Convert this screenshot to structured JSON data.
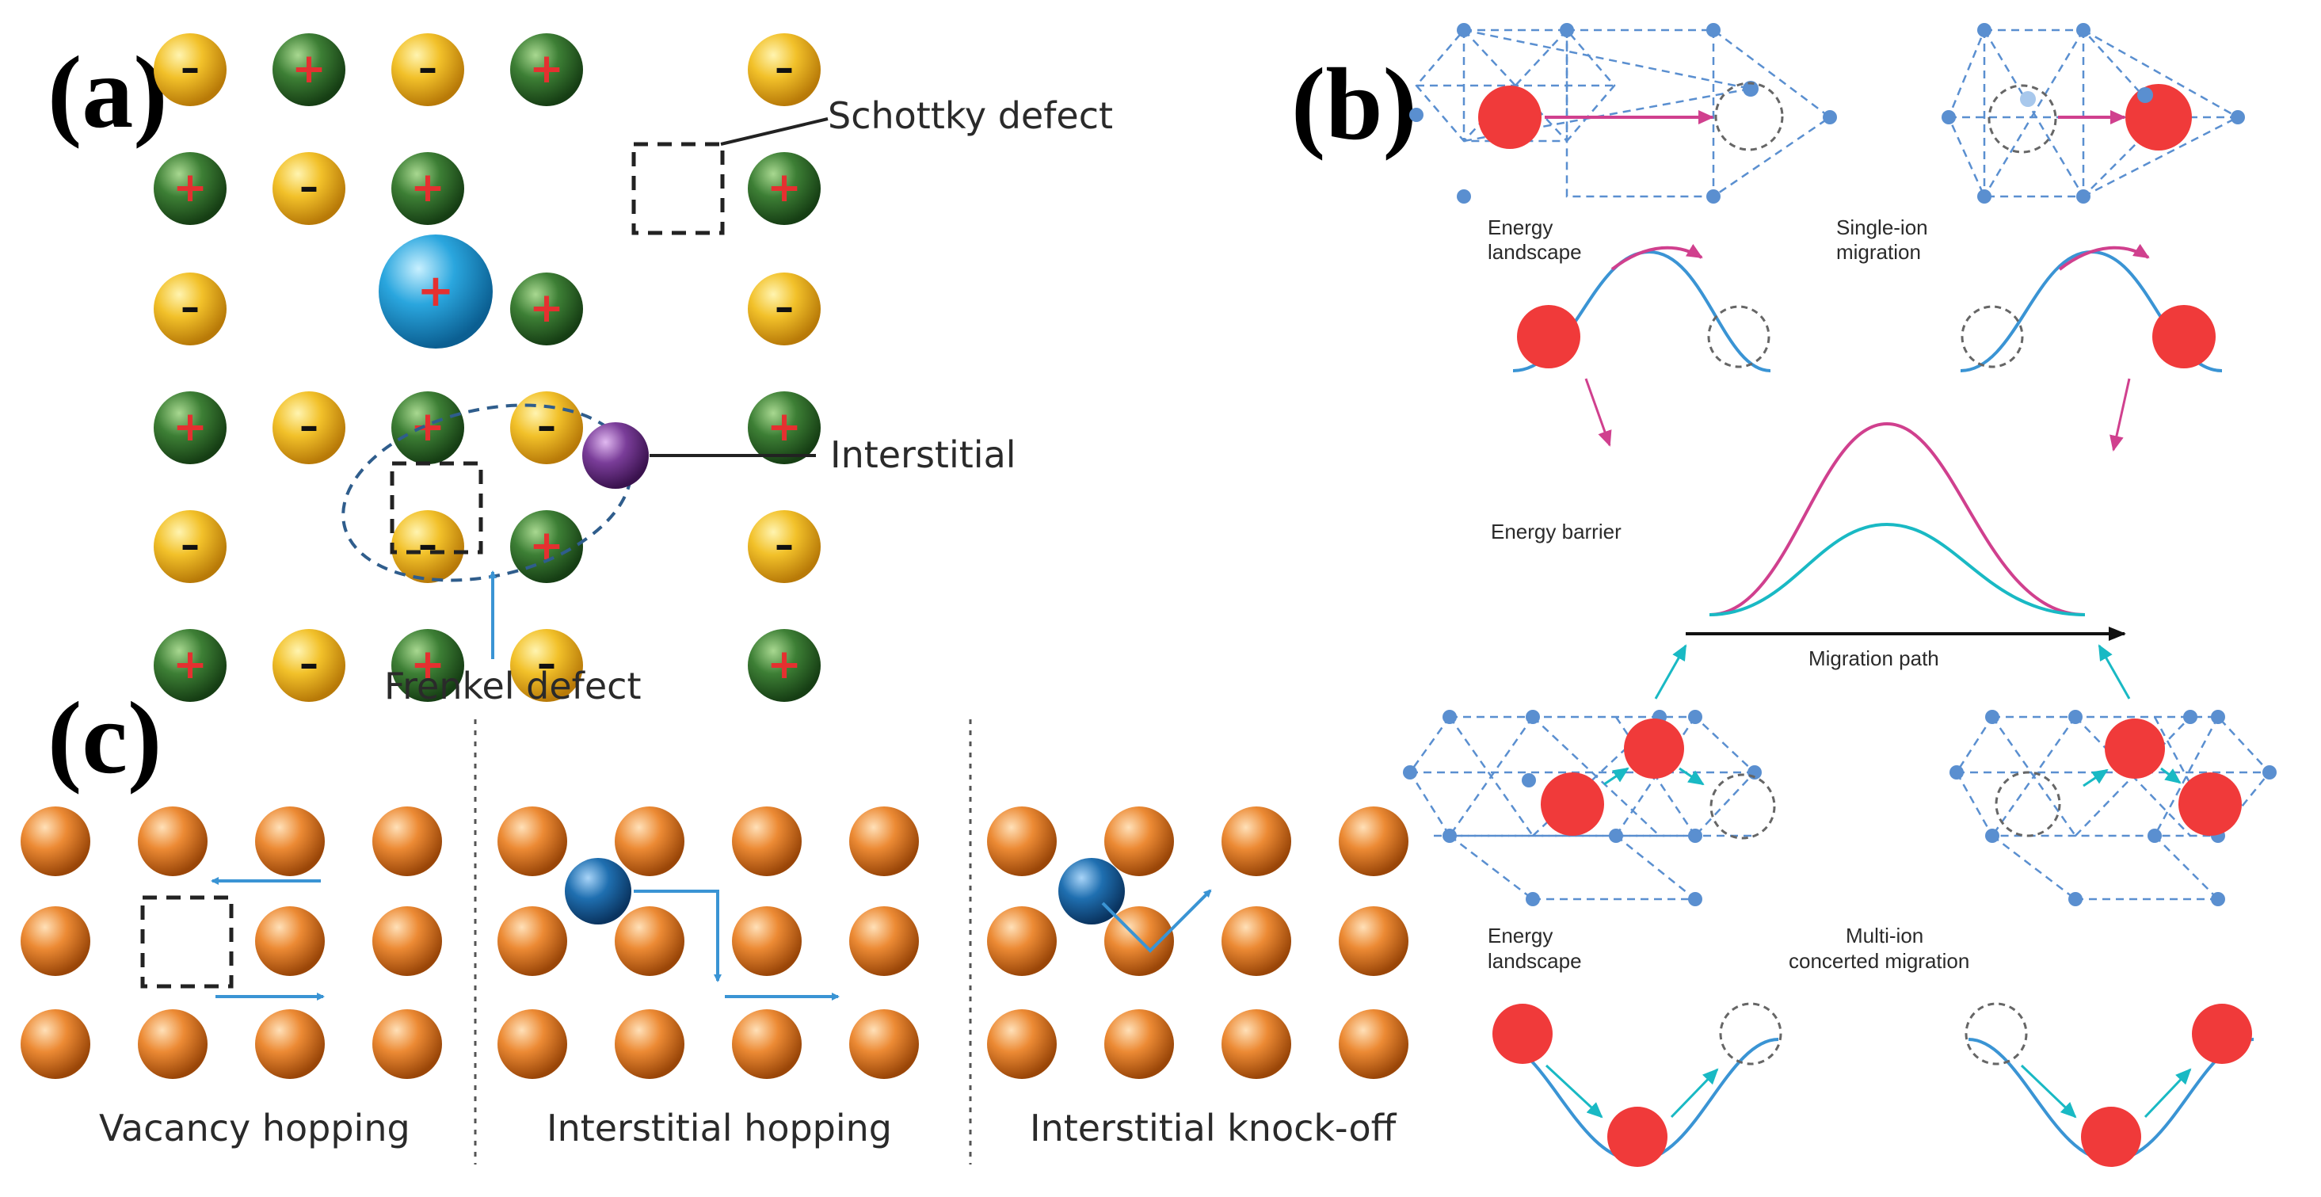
{
  "panels": {
    "a": {
      "label": "(a)",
      "schottky": "Schottky defect",
      "interstitial": "Interstitial",
      "frenkel": "Frenkel defect",
      "plus": "+",
      "minus": "–"
    },
    "b": {
      "label": "(b)",
      "energy_landscape_top": [
        "Energy",
        "landscape"
      ],
      "single_ion": [
        "Single-ion",
        "migration"
      ],
      "energy_barrier": "Energy barrier",
      "migration_path": "Migration path",
      "energy_landscape_bottom": [
        "Energy",
        "landscape"
      ],
      "multi_ion": [
        "Multi-ion",
        "concerted migration"
      ]
    },
    "c": {
      "label": "(c)",
      "vacancy": "Vacancy hopping",
      "int_hopping": "Interstitial hopping",
      "knockoff": "Interstitial knock-off"
    }
  },
  "colors": {
    "anion": "#e8a818",
    "cation": "#2e6b2a",
    "big_ion": "#2aa6de",
    "interstitial": "#7a3d99",
    "orange_ion": "#e8802a",
    "blue_ion": "#1f6fb0",
    "red_ion": "#f03a3a",
    "lattice": "#5a8fd0",
    "magenta": "#d0408e",
    "cyan": "#19b9c4",
    "arrow_blue": "#3a94d4"
  }
}
